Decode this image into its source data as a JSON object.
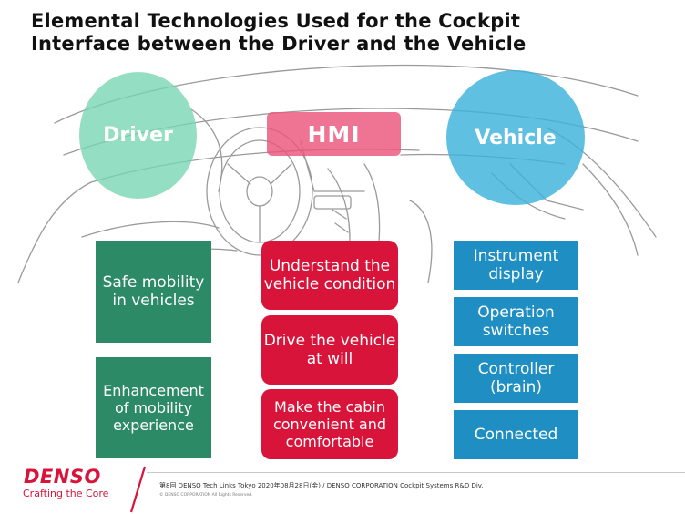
{
  "title": {
    "line1": "Elemental Technologies Used for the Cockpit",
    "line2": "Interface between the Driver and the Vehicle"
  },
  "diagram": {
    "driver_label": "Driver",
    "hmi_label": "HMI",
    "vehicle_label": "Vehicle",
    "driver_items": [
      "Safe mobility in vehicles",
      "Enhancement of mobility experience"
    ],
    "hmi_items": [
      "Understand the vehicle condition",
      "Drive the vehicle at will",
      "Make the cabin convenient and comfortable"
    ],
    "vehicle_items": [
      "Instrument display",
      "Operation switches",
      "Controller (brain)",
      "Connected"
    ],
    "colors": {
      "driver": "#2c8a66",
      "hmi": "#d8143a",
      "vehicle": "#1f8ec2"
    }
  },
  "footer": {
    "logo": "DENSO",
    "tagline": "Crafting the Core",
    "footnote": "第8回 DENSO Tech Links Tokyo 2020年08月28日(金) / DENSO CORPORATION Cockpit Systems R&D Div.",
    "copyright": "© DENSO CORPORATION All Rights Reserved."
  }
}
